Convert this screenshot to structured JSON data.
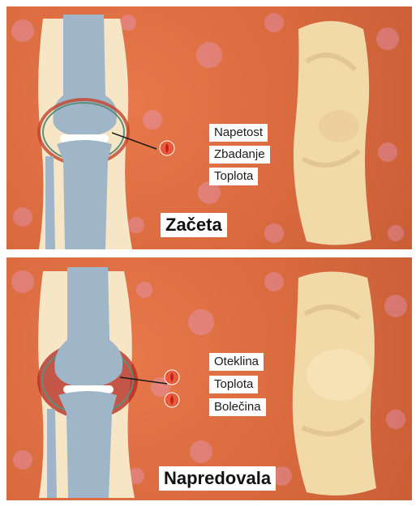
{
  "stages": [
    {
      "title": "Začeta",
      "symptoms": [
        "Napetost",
        "Zbadanje",
        "Toplota"
      ]
    },
    {
      "title": "Napredovala",
      "symptoms": [
        "Oteklina",
        "Toplota",
        "Bolečina"
      ]
    }
  ],
  "colors": {
    "background": "#d96a3e",
    "bone": "#9fb6c9",
    "inflammation": "#b3261e",
    "drop": "#d8281f"
  },
  "icons": [
    "knee-joint-illustration",
    "blood-drop-icon"
  ]
}
